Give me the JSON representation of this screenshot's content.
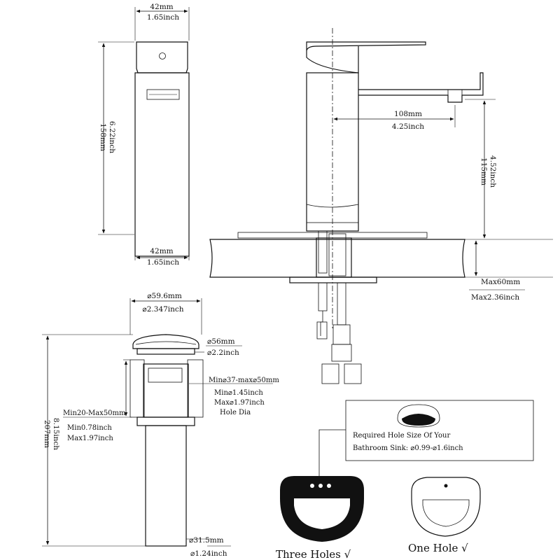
{
  "side_view": {
    "top_width_mm": "42mm",
    "top_width_in": "1.65inch",
    "height_mm": "158mm",
    "height_in": "6.22inch",
    "bottom_width_mm": "42mm",
    "bottom_width_in": "1.65inch"
  },
  "front_view": {
    "reach_mm": "108mm",
    "reach_in": "4.25inch",
    "spout_height_mm": "115mm",
    "spout_height_in": "4.52inch",
    "deck_max_mm": "Max60mm",
    "deck_max_in": "Max2.36inch"
  },
  "drain": {
    "cap_dia_mm": "⌀59.6mm",
    "cap_dia_in": "⌀2.347inch",
    "flange_dia_mm": "⌀56mm",
    "flange_dia_in": "⌀2.2inch",
    "hole_dia_mm": "Min⌀37-max⌀50mm",
    "hole_min_in": "Min⌀1.45inch",
    "hole_max_in": "Max⌀1.97inch",
    "hole_label": "Hole Dia",
    "thickness_mm": "Min20-Max50mm",
    "thickness_min_in": "Min0.78inch",
    "thickness_max_in": "Max1.97inch",
    "total_length_mm": "207mm",
    "total_length_in": "8.15inch",
    "tail_dia_mm": "⌀31.5mm",
    "tail_dia_in": "⌀1.24inch"
  },
  "sink_note": {
    "line1": "Required Hole Size Of Your",
    "line2": "Bathroom Sink: ⌀0.99-⌀1.6inch"
  },
  "sinks": {
    "three_holes": "Three Holes √",
    "one_hole": "One Hole  √"
  }
}
